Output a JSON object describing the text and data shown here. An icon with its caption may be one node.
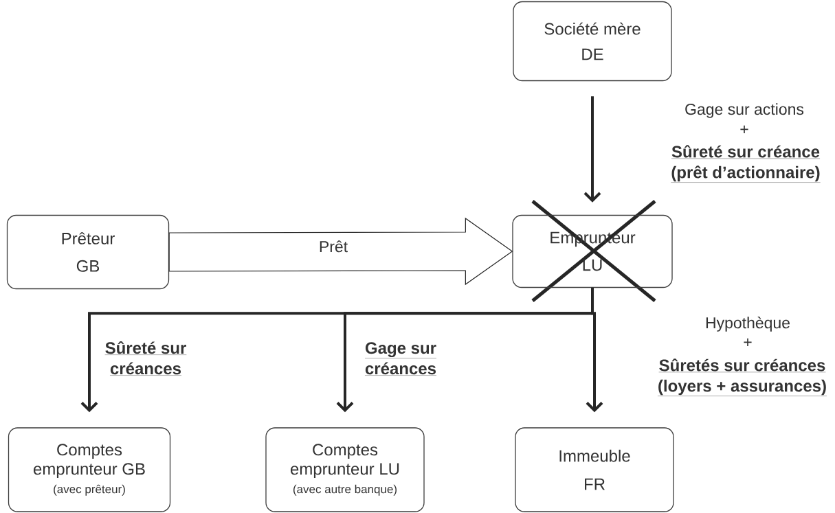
{
  "diagram": {
    "nodes": [
      {
        "text": [
          "Société mère DE"
        ]
      },
      {
        "text": [
          "Prêteur GB"
        ]
      },
      {
        "text": [
          "Emprunteur LU"
        ]
      },
      {
        "text": [
          "Comptes emprunteur GB",
          "(avec prêteur)"
        ]
      },
      {
        "text": [
          "Comptes emprunteur LU",
          "(avec autre banque)"
        ]
      },
      {
        "text": [
          "Immeuble FR"
        ]
      }
    ],
    "edges": [
      {
        "from": 0,
        "to": 2,
        "arrow": "to"
      },
      {
        "from": 1,
        "to": 2,
        "arrow": "to",
        "label": "Prêt",
        "style": "thick"
      },
      {
        "from": 2,
        "to": 3,
        "arrow": "to",
        "label": "Sûreté sur créances"
      },
      {
        "from": 2,
        "to": 4,
        "arrow": "to",
        "label": "Gage sur créances"
      },
      {
        "from": 2,
        "to": 5,
        "arrow": "to"
      }
    ],
    "labels": [
      "Gage sur actions",
      "+",
      "Sûreté sur créance (prêt d’actionnaire)",
      "Hypothèque",
      "+",
      "Sûretés sur créances (loyers + assurances)"
    ]
  }
}
